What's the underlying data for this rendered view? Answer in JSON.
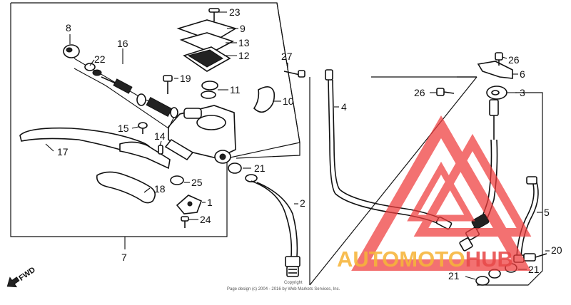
{
  "callouts": [
    "1",
    "2",
    "3",
    "4",
    "5",
    "6",
    "7",
    "8",
    "9",
    "10",
    "11",
    "12",
    "13",
    "14",
    "15",
    "16",
    "17",
    "18",
    "19",
    "20",
    "21",
    "22",
    "23",
    "24",
    "25",
    "26",
    "27"
  ],
  "forward_label": "FWD",
  "copyright_line1": "Copyright",
  "copyright_line2": "Page design (c) 2004 - 2016 by Web Markets Services, Inc.",
  "watermark": {
    "text_orange": "AUTOMOTO",
    "text_red": "HUB",
    "orange": "#f6b53a",
    "red": "#e84a4a",
    "logo_red": "#ef3b3b"
  }
}
